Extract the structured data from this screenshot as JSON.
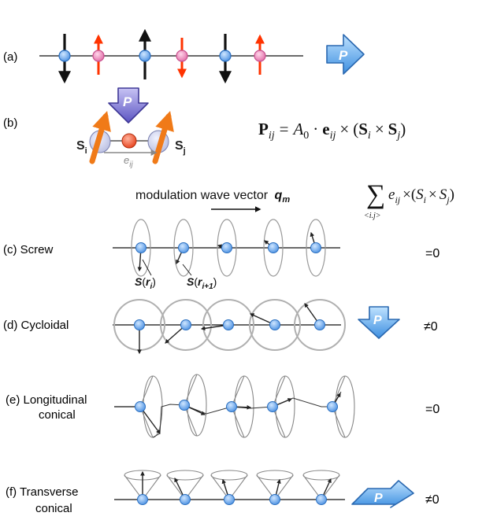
{
  "panels": {
    "a": {
      "label": "(a)",
      "p_arrow_text": "P"
    },
    "b": {
      "label": "(b)",
      "p_arrow_text": "P",
      "si_main": "S",
      "si_sub": "i",
      "sj_main": "S",
      "sj_sub": "j",
      "eij_main": "e",
      "eij_sub": "ij",
      "equation": {
        "lhs_main": "P",
        "lhs_sub": "ij",
        "eq": "=",
        "a_main": "A",
        "a_sub": "0",
        "dot": "·",
        "e_main": "e",
        "e_sub": "ij",
        "times": "×",
        "open": "(",
        "s1_main": "S",
        "s1_sub": "i",
        "s2_main": "S",
        "s2_sub": "j",
        "close": ")"
      }
    },
    "header": {
      "modulation_text": "modulation wave vector",
      "q_main": "q",
      "q_sub": "m",
      "sum_symbol": "∑",
      "sum_index": "<i.j>",
      "sum_expression": {
        "e_main": "e",
        "e_sub": "ij",
        "times1": "×",
        "open": "(",
        "s1_main": "S",
        "s1_sub": "i",
        "times2": "×",
        "s2_main": "S",
        "s2_sub": "j",
        "close": ")"
      }
    },
    "c": {
      "label": "(c) Screw",
      "result": "=0",
      "s_ri_main": "S",
      "s_ri_open": "(",
      "s_ri_r": "r",
      "s_ri_sub": "i",
      "s_ri_close": ")",
      "s_ri1_main": "S",
      "s_ri1_open": "(",
      "s_ri1_r": "r",
      "s_ri1_sub": "i+1",
      "s_ri1_close": ")"
    },
    "d": {
      "label": "(d) Cycloidal",
      "result": "≠0",
      "p_arrow_text": "P"
    },
    "e": {
      "label_line1": "(e) Longitudinal",
      "label_line2": "conical",
      "result": "=0"
    },
    "f": {
      "label_line1": "(f) Transverse",
      "label_line2": "conical",
      "result": "≠0",
      "p_arrow_text": "P"
    }
  },
  "colors": {
    "site_blue": "#4a90e2",
    "site_pink": "#e880b0",
    "red_arrow": "#ff3300",
    "orange_spin": "#f07a18",
    "p_arrow_blue": "#5aa9ec",
    "p_arrow_purple": "#6a63c8",
    "circle_gray": "#b0b0b0",
    "line_black": "#111111"
  }
}
